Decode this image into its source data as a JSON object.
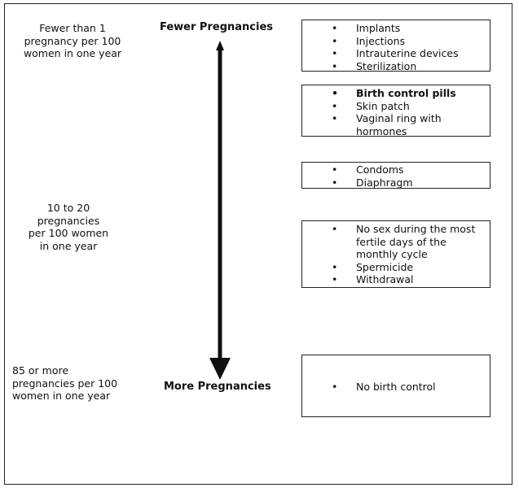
{
  "axis": {
    "top_label": "Fewer Pregnancies",
    "bottom_label": "More Pregnancies"
  },
  "rates": {
    "top": [
      "Fewer than 1",
      "pregnancy per 100",
      "women in one year"
    ],
    "middle": [
      "10 to 20",
      "pregnancies",
      "per 100 women",
      "in one year"
    ],
    "bottom": [
      "85 or more",
      "pregnancies per 100",
      "women in one year"
    ]
  },
  "methods": [
    {
      "items": [
        {
          "text": "Implants",
          "bold": false
        },
        {
          "text": "Injections",
          "bold": false
        },
        {
          "text": "Intrauterine devices",
          "bold": false
        },
        {
          "text": "Sterilization",
          "bold": false
        }
      ]
    },
    {
      "items": [
        {
          "text": "Birth control pills",
          "bold": true
        },
        {
          "text": "Skin patch",
          "bold": false
        },
        {
          "text": "Vaginal ring with hormones",
          "bold": false
        }
      ]
    },
    {
      "items": [
        {
          "text": "Condoms",
          "bold": false
        },
        {
          "text": "Diaphragm",
          "bold": false
        }
      ]
    },
    {
      "items": [
        {
          "text": "No sex during the most fertile days of the monthly cycle",
          "bold": false
        },
        {
          "text": "Spermicide",
          "bold": false
        },
        {
          "text": "Withdrawal",
          "bold": false
        }
      ]
    },
    {
      "items": [
        {
          "text": "No birth control",
          "bold": false
        }
      ]
    }
  ]
}
